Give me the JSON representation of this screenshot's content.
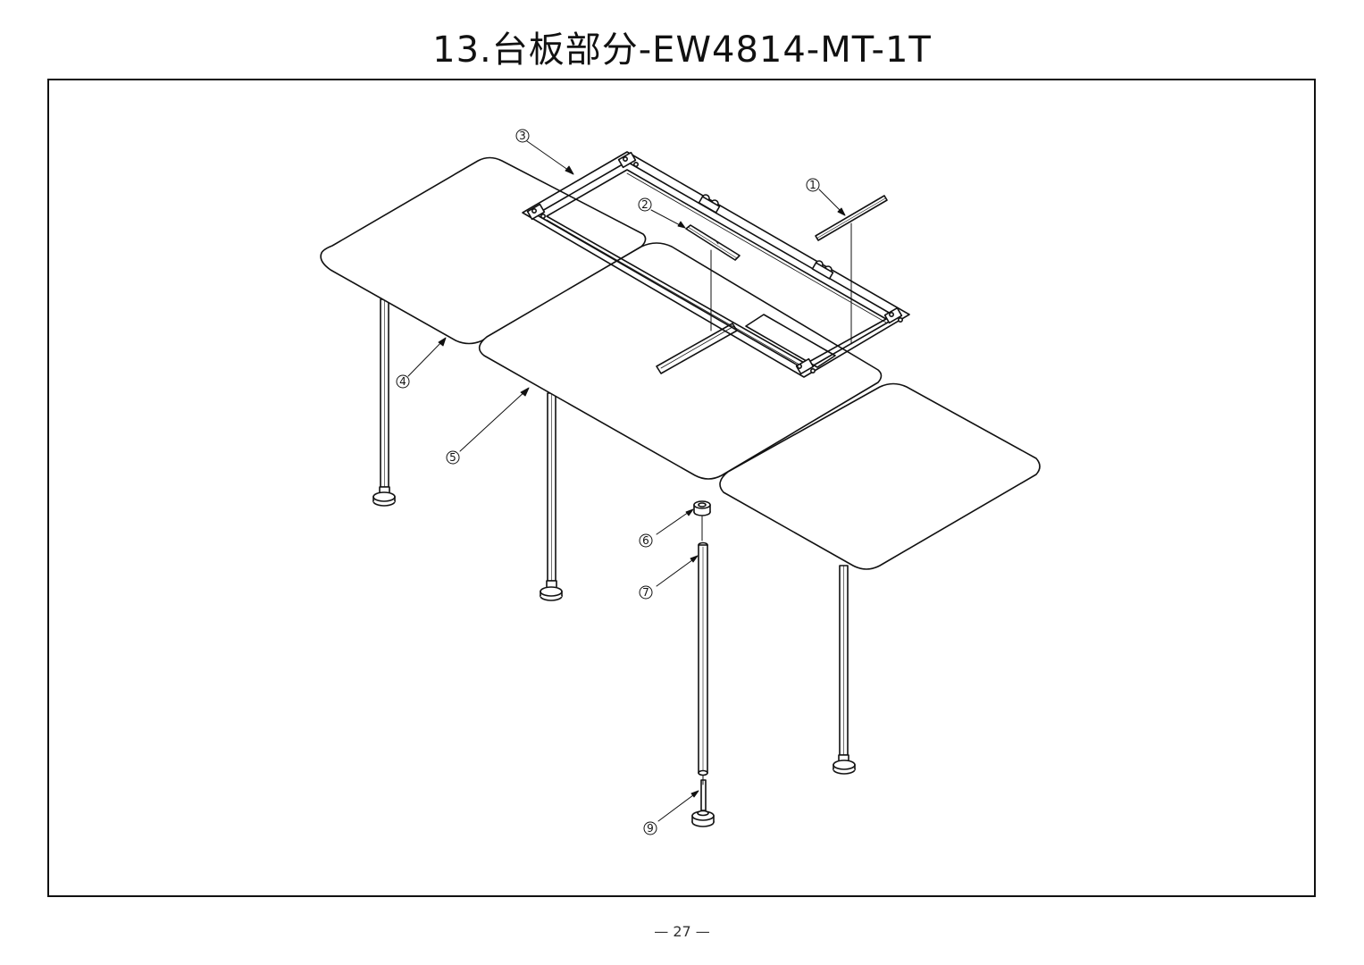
{
  "page": {
    "title": "13.台板部分-EW4814-MT-1T",
    "page_number": "— 27 —"
  },
  "diagram": {
    "callouts": [
      {
        "label": "①",
        "part": "1"
      },
      {
        "label": "②",
        "part": "2"
      },
      {
        "label": "③",
        "part": "3"
      },
      {
        "label": "④",
        "part": "4"
      },
      {
        "label": "⑤",
        "part": "5"
      },
      {
        "label": "⑥",
        "part": "6"
      },
      {
        "label": "⑦",
        "part": "7"
      },
      {
        "label": "⑨",
        "part": "9"
      }
    ]
  },
  "colors": {
    "line": "#111111",
    "fill": "#ffffff"
  }
}
